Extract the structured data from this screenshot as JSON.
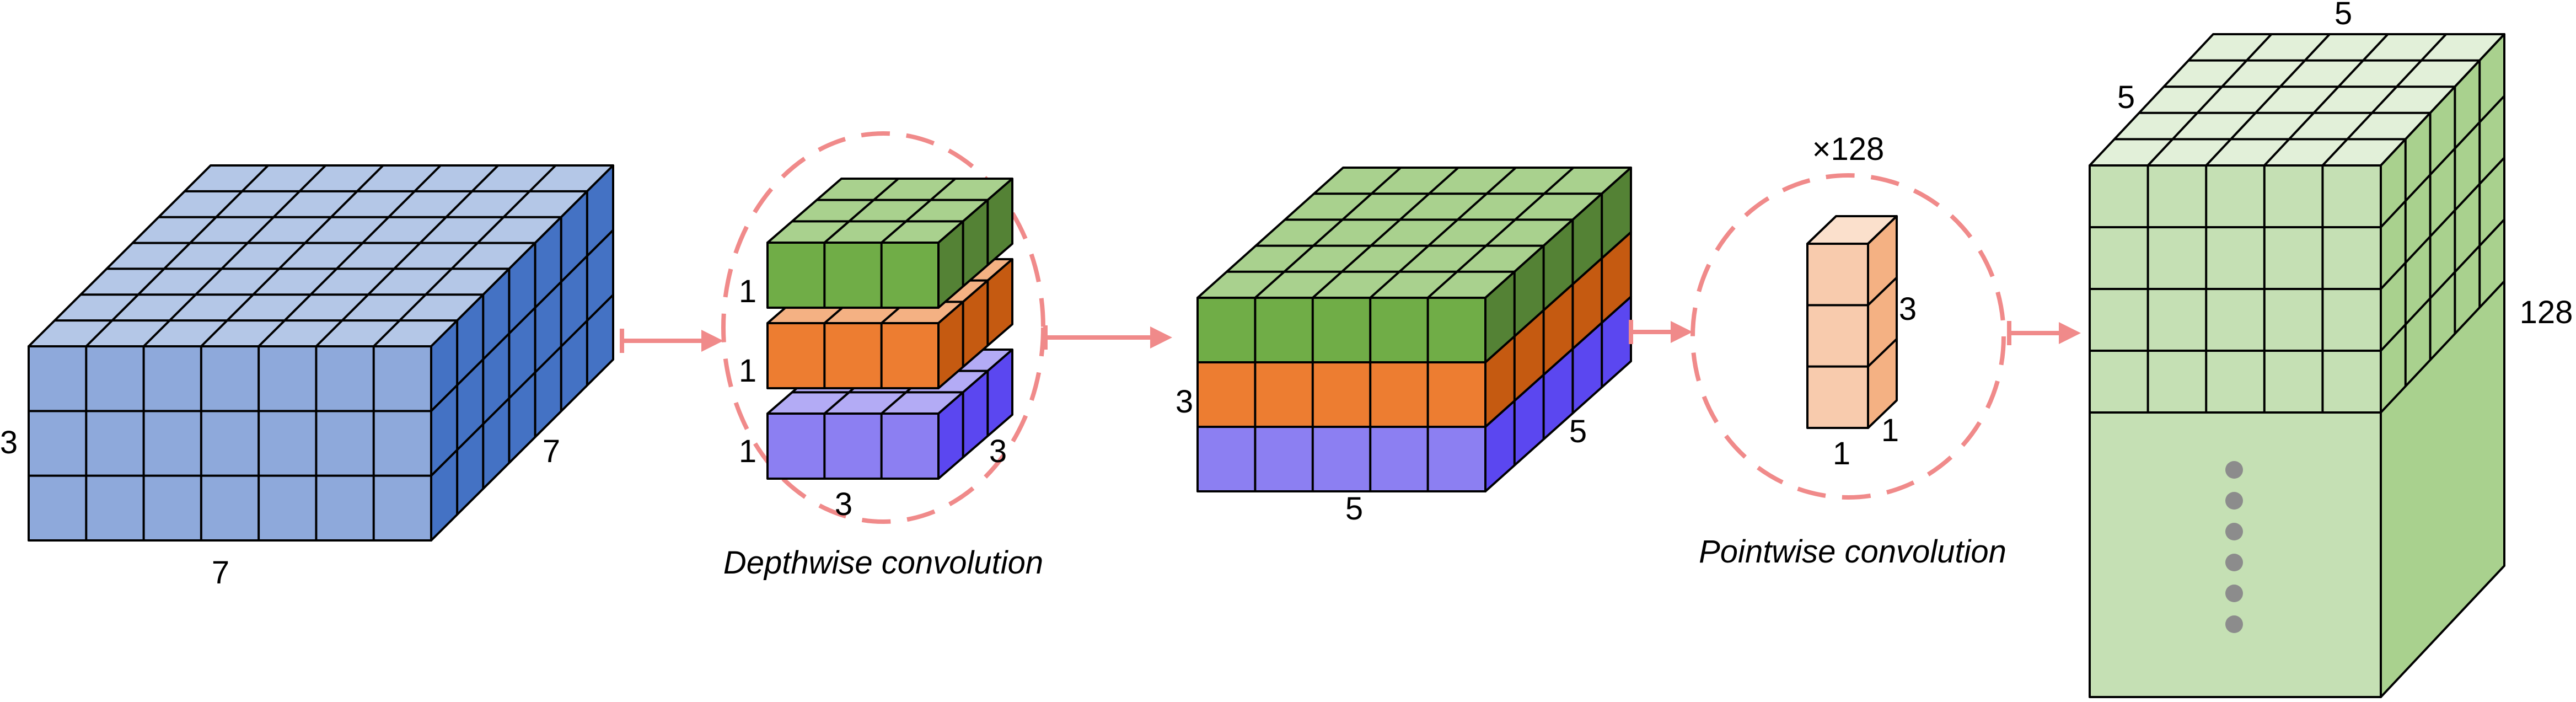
{
  "colors": {
    "input_front": "#8EA9DB",
    "input_top": "#B4C7E7",
    "input_side": "#4472C4",
    "green_front": "#70AD47",
    "green_top": "#A9D18E",
    "green_side": "#548235",
    "orange_front": "#ED7D31",
    "orange_top": "#F4B183",
    "orange_side": "#C55A11",
    "purple_front": "#8C7FF2",
    "purple_top": "#B3ABF5",
    "purple_side": "#5B47F0",
    "peach_front": "#F8CBAD",
    "peach_top": "#FBE0CC",
    "peach_side": "#F4B183",
    "output_front": "#C5E0B4",
    "output_top": "#E2F0D9",
    "output_side": "#A9D18E",
    "arrow": "#F08A8A",
    "dots": "#8C8C8C",
    "edge": "#000000"
  },
  "input_block": {
    "width_label": "7",
    "depth_label": "7",
    "height_label": "3"
  },
  "depthwise": {
    "caption": "Depthwise convolution",
    "kernel_height_labels": [
      "1",
      "1",
      "1"
    ],
    "kernel_width_label": "3",
    "kernel_depth_label": "3"
  },
  "intermediate_block": {
    "width_label": "5",
    "depth_label": "5",
    "height_label": "3"
  },
  "pointwise": {
    "caption": "Pointwise convolution",
    "multiplier_label": "×128",
    "kernel_height_label": "3",
    "kernel_width_label": "1",
    "kernel_depth_label": "1"
  },
  "output_block": {
    "width_label": "5",
    "depth_label": "5",
    "height_label": "128",
    "dot_count": 6
  }
}
